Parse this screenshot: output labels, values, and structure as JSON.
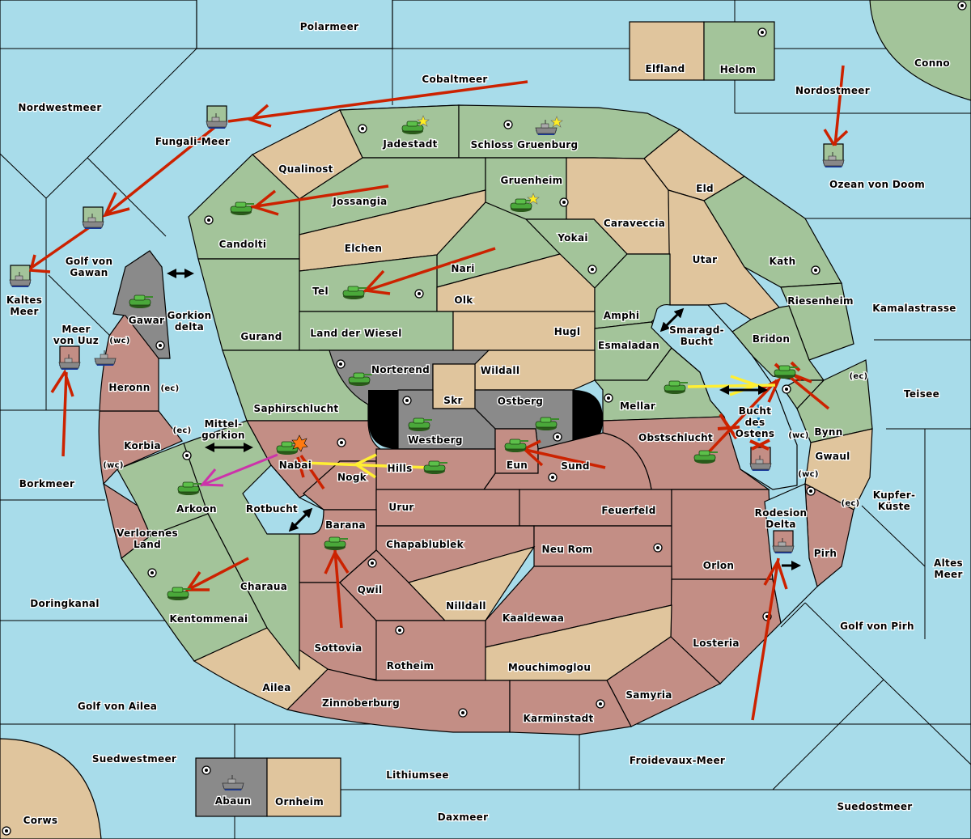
{
  "map": {
    "colors": {
      "sea": "#a8dcea",
      "player_green": "#a3c49a",
      "player_red": "#c38e85",
      "neutral": "#e0c59d",
      "impassable": "#8a8a8a",
      "order_move": "#cc2200",
      "order_support": "#ffee33",
      "order_convoy": "#cc33aa"
    },
    "seas": [
      {
        "id": "polarmeer",
        "label": "Polarmeer"
      },
      {
        "id": "cobaltmeer",
        "label": "Cobaltmeer"
      },
      {
        "id": "nordwestmeer",
        "label": "Nordwestmeer"
      },
      {
        "id": "fungali-meer",
        "label": "Fungali-Meer"
      },
      {
        "id": "nordostmeer",
        "label": "Nordostmeer"
      },
      {
        "id": "ozean-von-doom",
        "label": "Ozean von Doom"
      },
      {
        "id": "golf-von-gawan",
        "label": "Golf von Gawan"
      },
      {
        "id": "kaltes-meer",
        "label": "Kaltes Meer"
      },
      {
        "id": "meer-von-uuz",
        "label": "Meer von Uuz"
      },
      {
        "id": "gorkion-delta",
        "label": "Gorkion delta"
      },
      {
        "id": "mittel-gorkion",
        "label": "Mittel- gorkion"
      },
      {
        "id": "rotbucht",
        "label": "Rotbucht"
      },
      {
        "id": "borkmeer",
        "label": "Borkmeer"
      },
      {
        "id": "doringkanal",
        "label": "Doringkanal"
      },
      {
        "id": "golf-von-ailea",
        "label": "Golf von Ailea"
      },
      {
        "id": "suedwestmeer",
        "label": "Suedwestmeer"
      },
      {
        "id": "lithiumsee",
        "label": "Lithiumsee"
      },
      {
        "id": "daxmeer",
        "label": "Daxmeer"
      },
      {
        "id": "froidevaux-meer",
        "label": "Froidevaux-Meer"
      },
      {
        "id": "suedostmeer",
        "label": "Suedostmeer"
      },
      {
        "id": "golf-von-pirh",
        "label": "Golf von Pirh"
      },
      {
        "id": "altes-meer",
        "label": "Altes Meer"
      },
      {
        "id": "kupfer-kueste",
        "label": "Kupfer- Küste"
      },
      {
        "id": "teisee",
        "label": "Teisee"
      },
      {
        "id": "kamalastrasse",
        "label": "Kamalastrasse"
      },
      {
        "id": "smaragd-bucht",
        "label": "Smaragd- Bucht"
      },
      {
        "id": "bucht-des-ostens",
        "label": "Bucht des Ostens"
      },
      {
        "id": "rodesion-delta",
        "label": "Rodesion Delta"
      }
    ],
    "lands": [
      {
        "id": "elfland",
        "label": "Elfland",
        "owner": "neutral"
      },
      {
        "id": "helom",
        "label": "Helom",
        "owner": "green"
      },
      {
        "id": "conno",
        "label": "Conno",
        "owner": "green"
      },
      {
        "id": "jadestadt",
        "label": "Jadestadt",
        "owner": "green"
      },
      {
        "id": "schloss-gruenburg",
        "label": "Schloss Gruenburg",
        "owner": "green"
      },
      {
        "id": "qualinost",
        "label": "Qualinost",
        "owner": "neutral"
      },
      {
        "id": "jossangia",
        "label": "Jossangia",
        "owner": "green"
      },
      {
        "id": "gruenheim",
        "label": "Gruenheim",
        "owner": "green"
      },
      {
        "id": "eld",
        "label": "Eld",
        "owner": "neutral"
      },
      {
        "id": "candolti",
        "label": "Candolti",
        "owner": "green"
      },
      {
        "id": "elchen",
        "label": "Elchen",
        "owner": "neutral"
      },
      {
        "id": "caraveccia",
        "label": "Caraveccia",
        "owner": "neutral"
      },
      {
        "id": "yokai",
        "label": "Yokai",
        "owner": "green"
      },
      {
        "id": "utar",
        "label": "Utar",
        "owner": "neutral"
      },
      {
        "id": "kath",
        "label": "Kath",
        "owner": "green"
      },
      {
        "id": "nari",
        "label": "Nari",
        "owner": "green"
      },
      {
        "id": "tel",
        "label": "Tel",
        "owner": "green"
      },
      {
        "id": "olk",
        "label": "Olk",
        "owner": "neutral"
      },
      {
        "id": "riesenheim",
        "label": "Riesenheim",
        "owner": "green"
      },
      {
        "id": "amphi",
        "label": "Amphi",
        "owner": "green"
      },
      {
        "id": "gawar",
        "label": "Gawar",
        "owner": "impassable"
      },
      {
        "id": "gurand",
        "label": "Gurand",
        "owner": "green"
      },
      {
        "id": "land-der-wiesel",
        "label": "Land der Wiesel",
        "owner": "green"
      },
      {
        "id": "hugl",
        "label": "Hugl",
        "owner": "neutral"
      },
      {
        "id": "bridon",
        "label": "Bridon",
        "owner": "green"
      },
      {
        "id": "esmaladan",
        "label": "Esmaladan",
        "owner": "green"
      },
      {
        "id": "heronn",
        "label": "Heronn",
        "owner": "red"
      },
      {
        "id": "norterend",
        "label": "Norterend",
        "owner": "impassable"
      },
      {
        "id": "wildall",
        "label": "Wildall",
        "owner": "neutral"
      },
      {
        "id": "skr",
        "label": "Skr",
        "owner": "neutral"
      },
      {
        "id": "ostberg",
        "label": "Ostberg",
        "owner": "impassable"
      },
      {
        "id": "westberg",
        "label": "Westberg",
        "owner": "impassable"
      },
      {
        "id": "mellar",
        "label": "Mellar",
        "owner": "green"
      },
      {
        "id": "saphirschlucht",
        "label": "Saphirschlucht",
        "owner": "green"
      },
      {
        "id": "korbia",
        "label": "Korbia",
        "owner": "red"
      },
      {
        "id": "bynn",
        "label": "Bynn",
        "owner": "green"
      },
      {
        "id": "obstschlucht",
        "label": "Obstschlucht",
        "owner": "red"
      },
      {
        "id": "nabai",
        "label": "Nabai",
        "owner": "red"
      },
      {
        "id": "eun",
        "label": "Eun",
        "owner": "red"
      },
      {
        "id": "sund",
        "label": "Sund",
        "owner": "red"
      },
      {
        "id": "hills",
        "label": "Hills",
        "owner": "red"
      },
      {
        "id": "nogk",
        "label": "Nogk",
        "owner": "red"
      },
      {
        "id": "gwaul",
        "label": "Gwaul",
        "owner": "neutral"
      },
      {
        "id": "arkoon",
        "label": "Arkoon",
        "owner": "green"
      },
      {
        "id": "urur",
        "label": "Urur",
        "owner": "red"
      },
      {
        "id": "feuerfeld",
        "label": "Feuerfeld",
        "owner": "red"
      },
      {
        "id": "barana",
        "label": "Barana",
        "owner": "red"
      },
      {
        "id": "verlorenes-land",
        "label": "Verlorenes Land",
        "owner": "red"
      },
      {
        "id": "chapablublek",
        "label": "Chapablublek",
        "owner": "red"
      },
      {
        "id": "neu-rom",
        "label": "Neu Rom",
        "owner": "red"
      },
      {
        "id": "pirh",
        "label": "Pirh",
        "owner": "red"
      },
      {
        "id": "orlon",
        "label": "Orlon",
        "owner": "red"
      },
      {
        "id": "charaua",
        "label": "Charaua",
        "owner": "green"
      },
      {
        "id": "qwil",
        "label": "Qwil",
        "owner": "red"
      },
      {
        "id": "nilldall",
        "label": "Nilldall",
        "owner": "neutral"
      },
      {
        "id": "kentommenai",
        "label": "Kentommenai",
        "owner": "green"
      },
      {
        "id": "kaaldewaa",
        "label": "Kaaldewaa",
        "owner": "red"
      },
      {
        "id": "losteria",
        "label": "Losteria",
        "owner": "red"
      },
      {
        "id": "sottovia",
        "label": "Sottovia",
        "owner": "red"
      },
      {
        "id": "rotheim",
        "label": "Rotheim",
        "owner": "red"
      },
      {
        "id": "mouchimoglou",
        "label": "Mouchimoglou",
        "owner": "neutral"
      },
      {
        "id": "ailea",
        "label": "Ailea",
        "owner": "neutral"
      },
      {
        "id": "samyria",
        "label": "Samyria",
        "owner": "red"
      },
      {
        "id": "zinnoberburg",
        "label": "Zinnoberburg",
        "owner": "red"
      },
      {
        "id": "karminstadt",
        "label": "Karminstadt",
        "owner": "red"
      },
      {
        "id": "abaun",
        "label": "Abaun",
        "owner": "impassable"
      },
      {
        "id": "ornheim",
        "label": "Ornheim",
        "owner": "neutral"
      },
      {
        "id": "corws",
        "label": "Corws",
        "owner": "neutral"
      }
    ],
    "coast_labels": {
      "wc": "(wc)",
      "ec": "(ec)"
    },
    "units": [
      {
        "type": "fleet",
        "location": "Fungali-Meer",
        "owner": "green"
      },
      {
        "type": "fleet",
        "location": "Golf von Gawan",
        "owner": "green"
      },
      {
        "type": "fleet",
        "location": "Kaltes Meer",
        "owner": "green"
      },
      {
        "type": "fleet",
        "location": "Meer von Uuz",
        "owner": "red"
      },
      {
        "type": "fleet",
        "location": "Heronn (wc)",
        "owner": "neutral"
      },
      {
        "type": "fleet",
        "location": "Ozean von Doom",
        "owner": "green"
      },
      {
        "type": "fleet",
        "location": "Schloss Gruenburg",
        "owner": "green",
        "new": true
      },
      {
        "type": "army",
        "location": "Jadestadt",
        "owner": "green",
        "new": true
      },
      {
        "type": "army",
        "location": "Gruenheim",
        "owner": "green",
        "new": true
      },
      {
        "type": "army",
        "location": "Candolti",
        "owner": "green"
      },
      {
        "type": "army",
        "location": "Tel",
        "owner": "green"
      },
      {
        "type": "army",
        "location": "Gawar",
        "owner": "green"
      },
      {
        "type": "army",
        "location": "Norterend",
        "owner": "green"
      },
      {
        "type": "army",
        "location": "Westberg",
        "owner": "green"
      },
      {
        "type": "army",
        "location": "Ostberg",
        "owner": "green"
      },
      {
        "type": "army",
        "location": "Eun",
        "owner": "green"
      },
      {
        "type": "army",
        "location": "Hills",
        "owner": "green"
      },
      {
        "type": "army",
        "location": "Nabai",
        "owner": "green",
        "dislodged": true
      },
      {
        "type": "army",
        "location": "Arkoon",
        "owner": "green"
      },
      {
        "type": "army",
        "location": "Kentommenai",
        "owner": "green"
      },
      {
        "type": "army",
        "location": "Barana",
        "owner": "green"
      },
      {
        "type": "army",
        "location": "Mellar",
        "owner": "green"
      },
      {
        "type": "army",
        "location": "Bynn",
        "owner": "green",
        "destroyed": true
      },
      {
        "type": "army",
        "location": "Obstschlucht",
        "owner": "green"
      },
      {
        "type": "fleet",
        "location": "Bucht des Ostens",
        "owner": "red"
      },
      {
        "type": "fleet",
        "location": "Rodesion Delta",
        "owner": "red"
      },
      {
        "type": "fleet",
        "location": "Abaun",
        "owner": "neutral"
      }
    ]
  }
}
